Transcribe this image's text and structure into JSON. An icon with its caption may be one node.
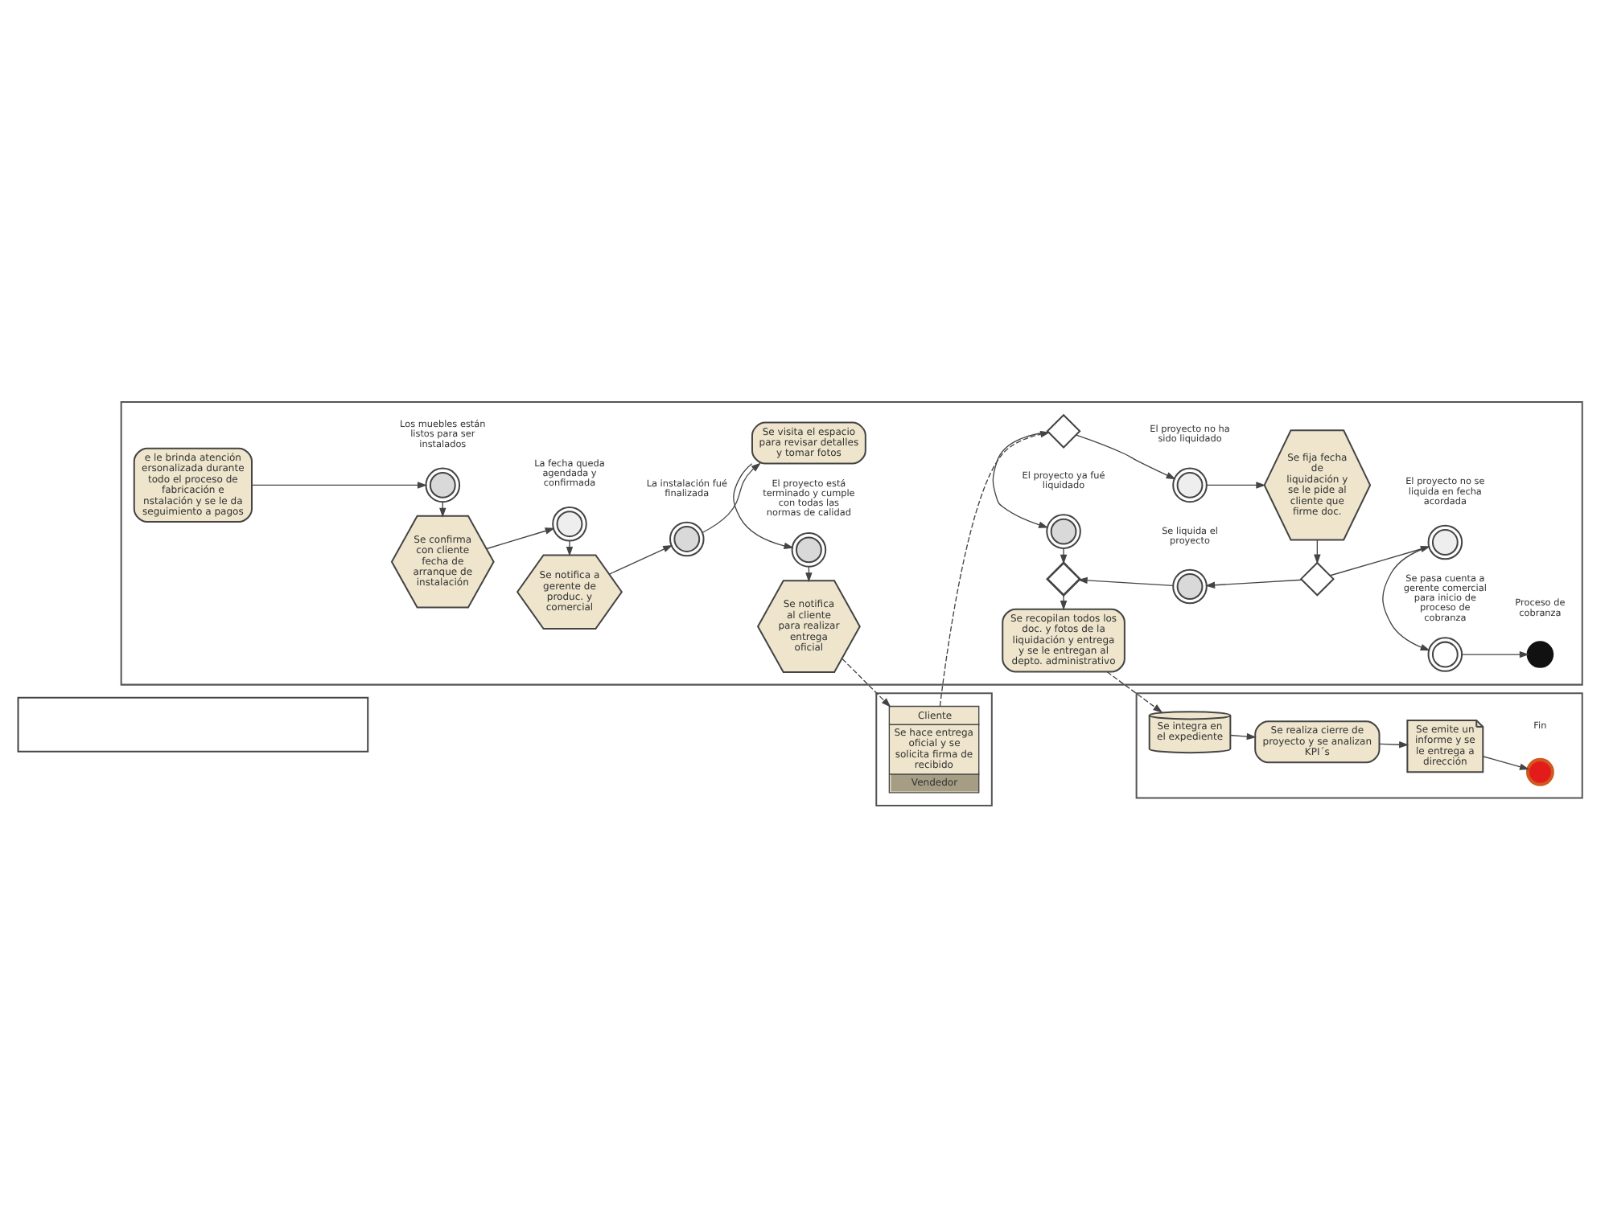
{
  "diagram": {
    "nodes": [
      {
        "text": [],
        "shape": "band"
      },
      {
        "text": [],
        "shape": "band"
      },
      {
        "text": [],
        "shape": "band"
      },
      {
        "text": [],
        "shape": "band"
      },
      {
        "text": [
          "Cliente",
          "Se hace entrega oficial y se solicita firma de recibido",
          "Vendedor"
        ],
        "in": 0
      },
      {
        "text": [
          "e le brinda atención ersonalizada durante todo el proceso de fabricación e nstalación y se le da seguimiento a pagos"
        ],
        "in": 1
      },
      {
        "text": [],
        "shape": "circle",
        "beside": [
          "Los muebles están listos para ser instalados"
        ],
        "in": 1
      },
      {
        "text": [
          "Se confirma con cliente fecha de arranque de instalación"
        ],
        "in": 1
      },
      {
        "text": [],
        "shape": "circle",
        "beside": [
          "La fecha queda agendada y confirmada"
        ],
        "in": 1
      },
      {
        "text": [
          "Se notifica a gerente de produc. y comercial"
        ],
        "in": 1
      },
      {
        "text": [],
        "shape": "circle",
        "beside": [
          "La instalación fué finalizada"
        ],
        "in": 1
      },
      {
        "text": [
          "Se visita el espacio para revisar detalles y tomar fotos"
        ],
        "in": 1
      },
      {
        "text": [],
        "shape": "circle",
        "beside": [
          "El proyecto está terminado y cumple con todas las normas de calidad"
        ],
        "in": 1
      },
      {
        "text": [
          "Se notifica al cliente para realizar entrega oficial"
        ],
        "in": 1
      },
      {
        "text": [],
        "shape": "diamond",
        "in": 1
      },
      {
        "text": [],
        "shape": "circle",
        "beside": [
          "El proyecto no ha sido liquidado"
        ],
        "in": 1
      },
      {
        "text": [
          "Se fija fecha de liquidación y se le pide al cliente que firme doc."
        ],
        "in": 1
      },
      {
        "text": [],
        "shape": "circle",
        "beside": [
          "El proyecto ya fué liquidado"
        ],
        "in": 1
      },
      {
        "text": [],
        "shape": "circle",
        "beside": [
          "Se liquida el proyecto"
        ],
        "in": 1
      },
      {
        "text": [],
        "shape": "diamond",
        "in": 1
      },
      {
        "text": [],
        "shape": "circle",
        "beside": [
          "El proyecto no se liquida en fecha acordada"
        ],
        "in": 1
      },
      {
        "text": [],
        "shape": "diamond",
        "in": 1
      },
      {
        "text": [],
        "shape": "circle",
        "beside": [
          "Se pasa cuenta a gerente comercial para inicio de proceso de cobranza"
        ],
        "in": 1
      },
      {
        "text": [],
        "shape": "circle",
        "beside": [
          "Proceso de cobranza"
        ],
        "in": 1
      },
      {
        "text": [
          "Se recopilan todos los doc. y fotos de la liquidación y entrega y se le entregan al depto. administrativo"
        ],
        "in": 1
      },
      {
        "text": [
          "Se integra en el expediente"
        ],
        "in": 2
      },
      {
        "text": [
          "Se realiza cierre de proyecto y se analizan KPI´s"
        ],
        "in": 2
      },
      {
        "text": [
          "Se emite un informe y se le entrega a dirección"
        ],
        "in": 2
      },
      {
        "text": [],
        "shape": "circle",
        "beside": [
          "Fin"
        ],
        "in": 2
      }
    ],
    "edges": [
      {
        "from": 5,
        "to": 6,
        "arrow": "to"
      },
      {
        "from": 6,
        "to": 7,
        "arrow": "to"
      },
      {
        "from": 7,
        "to": 8,
        "arrow": "to"
      },
      {
        "from": 8,
        "to": 9,
        "arrow": "to"
      },
      {
        "from": 9,
        "to": 10,
        "arrow": "to"
      },
      {
        "from": 10,
        "to": 11,
        "arrow": "to"
      },
      {
        "from": 11,
        "to": 12,
        "arrow": "to"
      },
      {
        "from": 12,
        "to": 13,
        "arrow": "to"
      },
      {
        "from": 13,
        "to": 4,
        "arrow": "to",
        "style": "dashed"
      },
      {
        "from": 4,
        "to": 14,
        "arrow": "to",
        "style": "dashed"
      },
      {
        "from": 14,
        "to": 15,
        "arrow": "to"
      },
      {
        "from": 15,
        "to": 16,
        "arrow": "to"
      },
      {
        "from": 14,
        "to": 17,
        "arrow": "to"
      },
      {
        "from": 17,
        "to": 21,
        "arrow": "to"
      },
      {
        "from": 16,
        "to": 19,
        "arrow": "to"
      },
      {
        "from": 19,
        "to": 18,
        "arrow": "to"
      },
      {
        "from": 18,
        "to": 21,
        "arrow": "to"
      },
      {
        "from": 19,
        "to": 20,
        "arrow": "to"
      },
      {
        "from": 20,
        "to": 22,
        "arrow": "to"
      },
      {
        "from": 22,
        "to": 23,
        "arrow": "to"
      },
      {
        "from": 21,
        "to": 24,
        "arrow": "to"
      },
      {
        "from": 24,
        "to": 25,
        "arrow": "to",
        "style": "dashed"
      },
      {
        "from": 25,
        "to": 26,
        "arrow": "to"
      },
      {
        "from": 26,
        "to": 27,
        "arrow": "to"
      },
      {
        "from": 27,
        "to": 28,
        "arrow": "to"
      }
    ]
  }
}
